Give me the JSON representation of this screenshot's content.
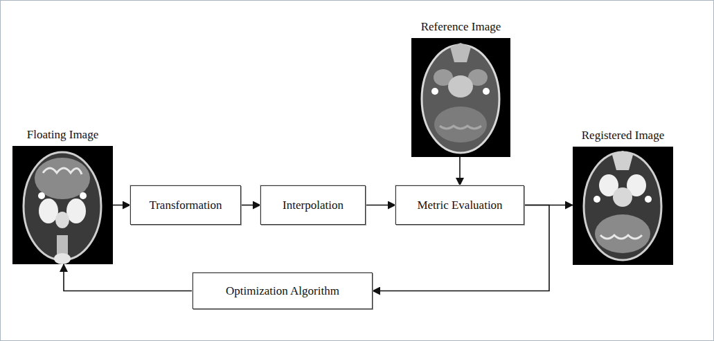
{
  "diagram": {
    "nodes": [
      {
        "text": [
          "Floating Image"
        ]
      },
      {
        "text": [
          "Transformation"
        ]
      },
      {
        "text": [
          "Interpolation"
        ]
      },
      {
        "text": [
          "Metric Evaluation"
        ]
      },
      {
        "text": [
          "Reference Image"
        ]
      },
      {
        "text": [
          "Registered Image"
        ]
      },
      {
        "text": [
          "Optimization Algorithm"
        ]
      }
    ],
    "edges": [
      {
        "from": 0,
        "to": 1,
        "arrow": "to"
      },
      {
        "from": 1,
        "to": 2,
        "arrow": "to"
      },
      {
        "from": 2,
        "to": 3,
        "arrow": "to"
      },
      {
        "from": 4,
        "to": 3,
        "arrow": "to"
      },
      {
        "from": 3,
        "to": 5,
        "arrow": "to"
      },
      {
        "from": 3,
        "to": 6,
        "arrow": "to"
      },
      {
        "from": 6,
        "to": 0,
        "arrow": "to"
      }
    ]
  }
}
